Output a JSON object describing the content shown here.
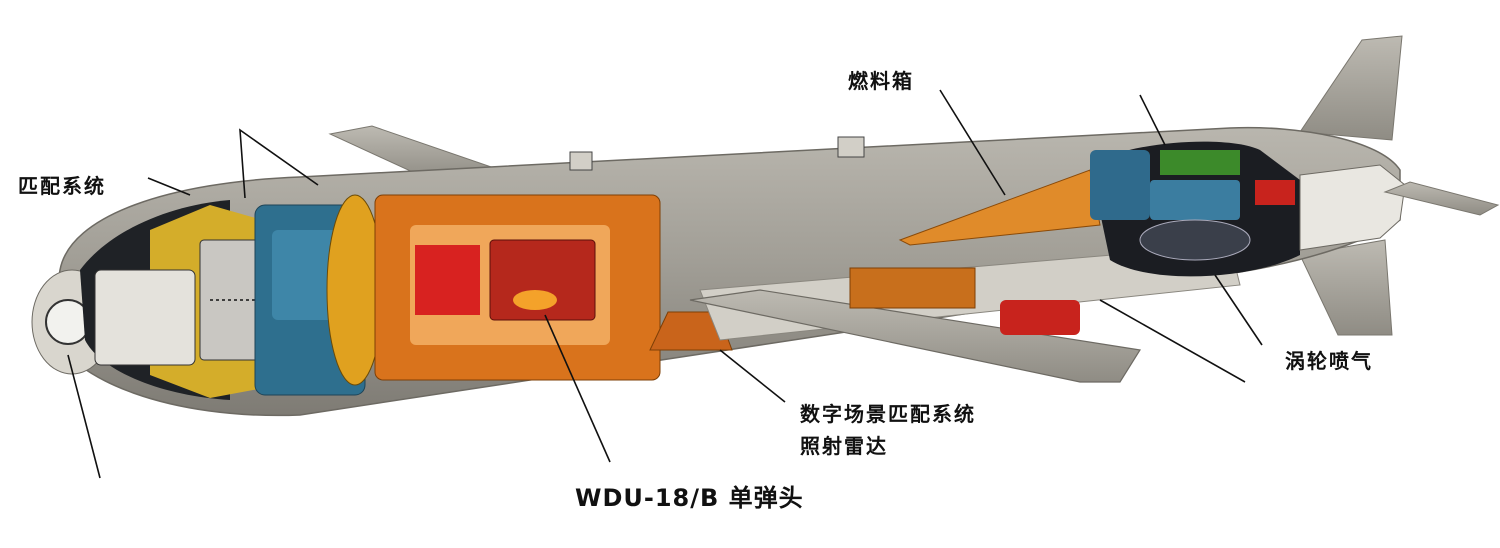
{
  "labels": {
    "matching_system": "匹配系统",
    "fuel_tank": "燃料箱",
    "turbojet": "涡轮喷气",
    "dsmac_line1": "数字场景匹配系统",
    "dsmac_line2": "照射雷达",
    "warhead": "WDU-18/B 单弹头"
  }
}
